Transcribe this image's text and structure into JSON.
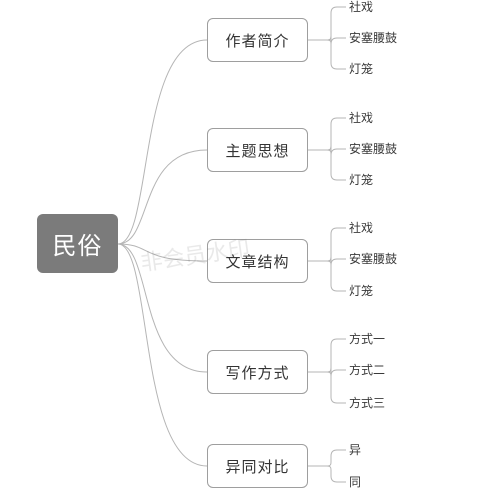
{
  "root": {
    "label": "民俗"
  },
  "topics": [
    {
      "label": "作者简介",
      "leaves": [
        "社戏",
        "安塞腰鼓",
        "灯笼"
      ]
    },
    {
      "label": "主题思想",
      "leaves": [
        "社戏",
        "安塞腰鼓",
        "灯笼"
      ]
    },
    {
      "label": "文章结构",
      "leaves": [
        "社戏",
        "安塞腰鼓",
        "灯笼"
      ]
    },
    {
      "label": "写作方式",
      "leaves": [
        "方式一",
        "方式二",
        "方式三"
      ]
    },
    {
      "label": "异同对比",
      "leaves": [
        "异",
        "同"
      ]
    }
  ],
  "watermark": "非会员水印",
  "colors": {
    "root_fill": "#7b7b7b",
    "topic_border": "#9e9e9e",
    "connector": "#b5b5b5"
  }
}
